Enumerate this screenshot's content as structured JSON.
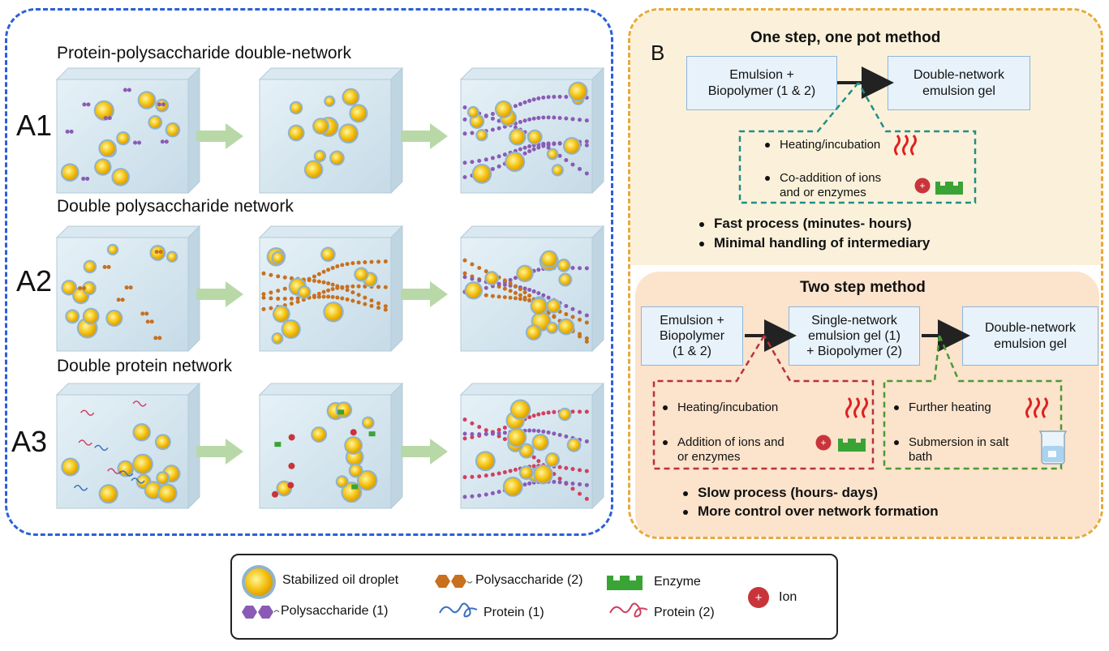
{
  "panel_a": {
    "rows": [
      {
        "label": "A1",
        "title": "Protein-polysaccharide double-network"
      },
      {
        "label": "A2",
        "title": "Double polysaccharide network"
      },
      {
        "label": "A3",
        "title": "Double protein network"
      }
    ]
  },
  "panel_b": {
    "label": "B",
    "one_step": {
      "title": "One step, one pot method",
      "box_left": "Emulsion +\nBiopolymer (1 & 2)",
      "box_right": "Double-network\nemulsion gel",
      "conditions": [
        "Heating/incubation",
        "Co-addition of ions\nand or enzymes"
      ],
      "points": [
        "Fast process (minutes- hours)",
        "Minimal handling of intermediary"
      ]
    },
    "two_step": {
      "title": "Two step method",
      "box_1": "Emulsion +\nBiopolymer\n(1 & 2)",
      "box_2": "Single-network\nemulsion gel  (1)\n+ Biopolymer (2)",
      "box_3": "Double-network\nemulsion gel",
      "conditions_1": [
        "Heating/incubation",
        "Addition of ions and\nor enzymes"
      ],
      "conditions_2": [
        "Further heating",
        "Submersion in salt\nbath"
      ],
      "points": [
        "Slow process (hours- days)",
        "More control over network formation"
      ]
    }
  },
  "legend": {
    "oil_droplet": "Stabilized oil droplet",
    "polysaccharide_1": "Polysaccharide (1)",
    "polysaccharide_2": "Polysaccharide (2)",
    "protein_1": "Protein (1)",
    "protein_2": "Protein (2)",
    "enzyme": "Enzyme",
    "ion": "Ion"
  },
  "colors": {
    "panel_a_border": "#2b5fd9",
    "panel_b_border": "#e8a93a",
    "one_step_bg": "#fbf1da",
    "two_step_bg": "#fbe3cc",
    "droplet": "#f5c518",
    "polysaccharide_1": "#8a5bb5",
    "polysaccharide_2": "#c8701e",
    "protein_1": "#3a6fc0",
    "protein_2": "#d04060",
    "enzyme": "#3aa335",
    "ion": "#c9343b",
    "arrow": "#b8d8a8"
  },
  "icons": [
    "heat-icon",
    "ion-icon",
    "enzyme-icon",
    "beaker-icon",
    "oil-droplet-icon"
  ]
}
